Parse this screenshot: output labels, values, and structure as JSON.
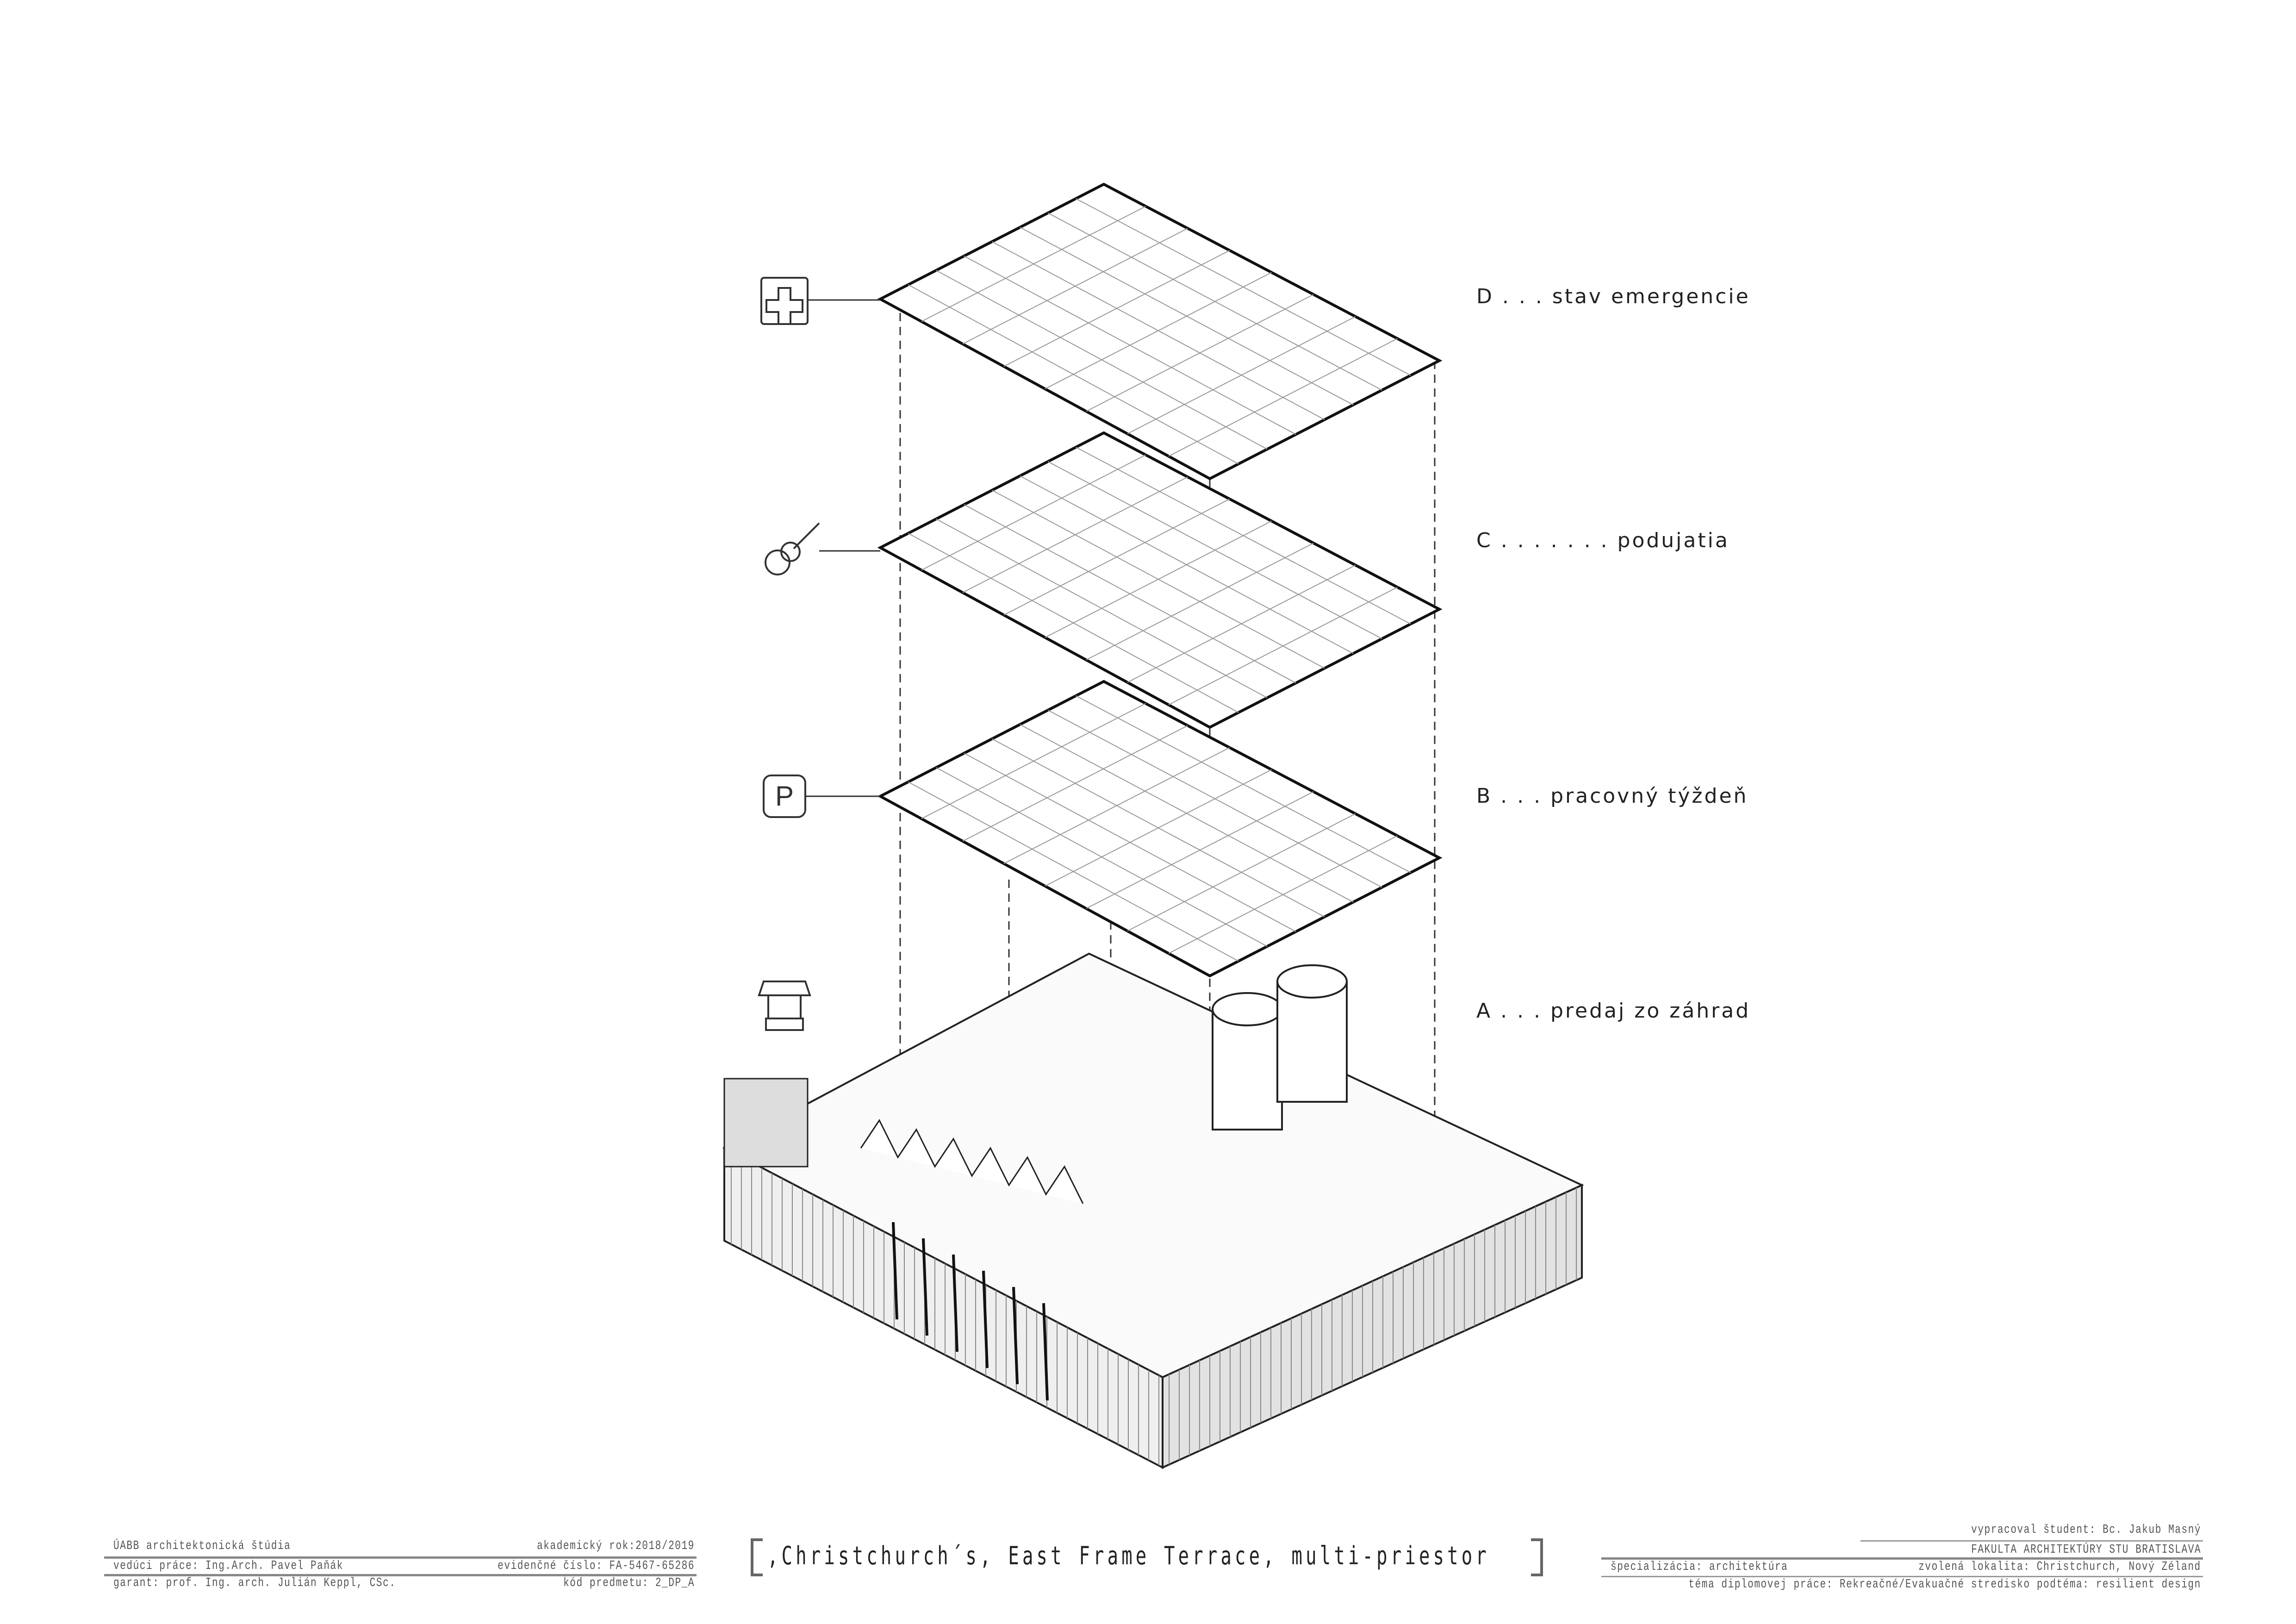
{
  "layers": [
    {
      "letter": "D",
      "label": "D . . . stav emergencie",
      "icon": "first-aid-cross-icon"
    },
    {
      "letter": "C",
      "label": "C . . . . . . . podujatia",
      "icon": "guitar-icon"
    },
    {
      "letter": "B",
      "label": "B . . . pracovný týždeň",
      "icon": "parking-icon"
    },
    {
      "letter": "A",
      "label": "A . . . predaj zo záhrad",
      "icon": "market-stall-icon"
    }
  ],
  "parking_icon_text": "P",
  "title": ",Christchurch´s, East Frame Terrace, multi-priestor",
  "title_block_left": {
    "row1_left": "ÚABB   architektonická  štúdia",
    "row1_right": "akademický rok:2018/2019",
    "row2_left": "vedúci práce:  Ing.Arch. Pavel Paňák",
    "row2_right": "evidenčné číslo: FA-5467-65286",
    "row3_left": "garant: prof. Ing. arch. Julián Keppl, CSc.",
    "row3_right": "kód predmetu: 2_DP_A"
  },
  "title_block_right": {
    "student": "vypracoval študent: Bc. Jakub Masný",
    "faculty": "FAKULTA ARCHITEKTÚRY STU BRATISLAVA",
    "specialization": "špecializácia:  architektúra",
    "location": "zvolená lokalita: Christchurch, Nový Zéland",
    "topic": "téma diplomovej práce: Rekreačné/Evakuačné stredisko  podtéma: resilient design"
  }
}
